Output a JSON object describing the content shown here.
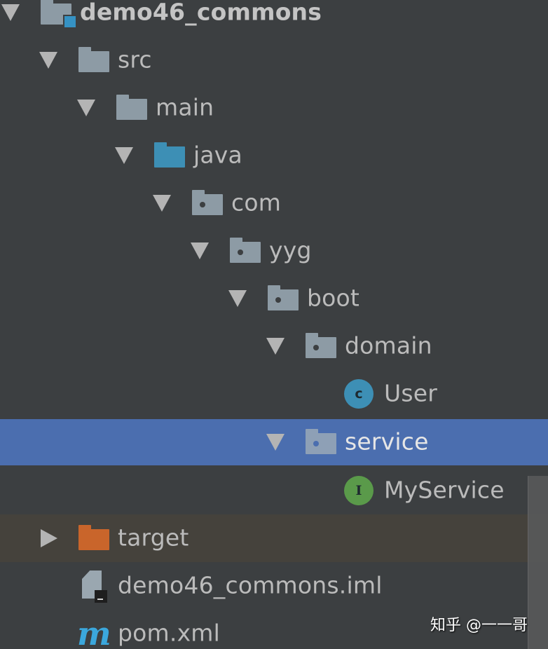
{
  "project_tree": {
    "colors": {
      "background": "#3c3f41",
      "selected_row": "#4b6eaf",
      "excluded_row": "#45423c",
      "text": "#bbbbbb",
      "folder_gray": "#8d9ba5",
      "source_folder_blue": "#3d8fb5",
      "excluded_folder_orange": "#c9652b",
      "class_icon": "#3d8fb5",
      "interface_icon": "#5a9a4a",
      "maven_icon": "#3ba7dc"
    },
    "nodes": [
      {
        "label": "demo46_commons",
        "type": "module",
        "icon": "module-folder-icon",
        "expanded": true,
        "depth": 0
      },
      {
        "label": "src",
        "type": "folder",
        "icon": "folder-icon",
        "expanded": true,
        "depth": 1
      },
      {
        "label": "main",
        "type": "folder",
        "icon": "folder-icon",
        "expanded": true,
        "depth": 2
      },
      {
        "label": "java",
        "type": "source-root",
        "icon": "source-folder-icon",
        "expanded": true,
        "depth": 3
      },
      {
        "label": "com",
        "type": "package",
        "icon": "package-icon",
        "expanded": true,
        "depth": 4
      },
      {
        "label": "yyg",
        "type": "package",
        "icon": "package-icon",
        "expanded": true,
        "depth": 5
      },
      {
        "label": "boot",
        "type": "package",
        "icon": "package-icon",
        "expanded": true,
        "depth": 6
      },
      {
        "label": "domain",
        "type": "package",
        "icon": "package-icon",
        "expanded": true,
        "depth": 7
      },
      {
        "label": "User",
        "type": "class",
        "icon": "class-icon",
        "icon_letter": "c",
        "depth": 8
      },
      {
        "label": "service",
        "type": "package",
        "icon": "package-icon",
        "expanded": true,
        "depth": 7,
        "selected": true
      },
      {
        "label": "MyService",
        "type": "interface",
        "icon": "interface-icon",
        "icon_letter": "I",
        "depth": 8
      },
      {
        "label": "target",
        "type": "excluded-folder",
        "icon": "excluded-folder-icon",
        "expanded": false,
        "depth": 1
      },
      {
        "label": "demo46_commons.iml",
        "type": "file",
        "icon": "iml-file-icon",
        "depth": 1
      },
      {
        "label": "pom.xml",
        "type": "file",
        "icon": "maven-icon",
        "icon_letter": "m",
        "depth": 1
      }
    ]
  },
  "watermark": "知乎 @一一哥"
}
